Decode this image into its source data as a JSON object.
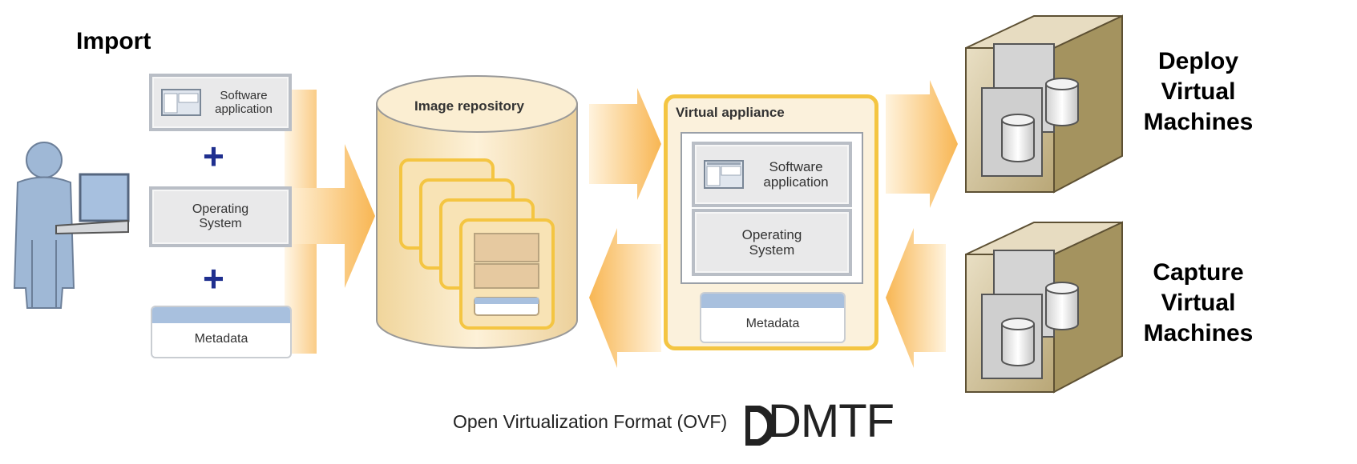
{
  "import_title": "Import",
  "left_stack": {
    "software": "Software application",
    "plus_symbol": "+",
    "operating_system": "Operating System",
    "metadata": "Metadata"
  },
  "image_repository": {
    "title": "Image repository"
  },
  "virtual_appliance": {
    "title": "Virtual appliance",
    "software": "Software application",
    "operating_system": "Operating System",
    "metadata": "Metadata"
  },
  "deploy": {
    "line1": "Deploy",
    "line2": "Virtual",
    "line3": "Machines"
  },
  "capture": {
    "line1": "Capture",
    "line2": "Virtual",
    "line3": "Machines"
  },
  "footer": {
    "caption": "Open Virtualization Format (OVF)",
    "logo_text": "DMTF"
  },
  "colors": {
    "arrow": "#f8b653",
    "repository": "#f2d9a2",
    "appliance_border": "#f4c542",
    "plus": "#1f2f8f",
    "server": "#cdbd94"
  }
}
